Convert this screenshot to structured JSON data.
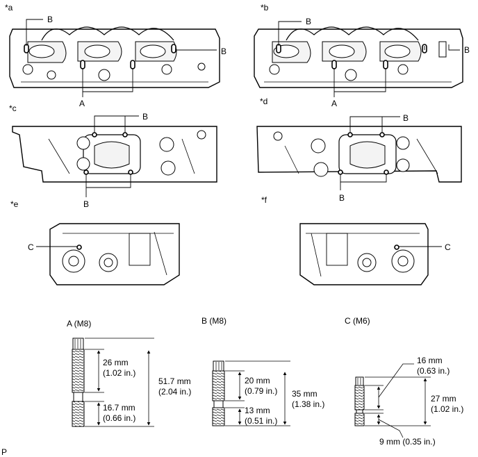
{
  "views": {
    "a": "*a",
    "b": "*b",
    "c": "*c",
    "d": "*d",
    "e": "*e",
    "f": "*f"
  },
  "callouts": {
    "a": "A",
    "b": "B",
    "c": "C"
  },
  "studs": {
    "A": {
      "title": "A (M8)",
      "upper_mm": "26 mm",
      "upper_in": "(1.02 in.)",
      "lower_mm": "16.7 mm",
      "lower_in": "(0.66 in.)",
      "total_mm": "51.7 mm",
      "total_in": "(2.04 in.)"
    },
    "B": {
      "title": "B (M8)",
      "upper_mm": "20 mm",
      "upper_in": "(0.79 in.)",
      "lower_mm": "13 mm",
      "lower_in": "(0.51 in.)",
      "total_mm": "35 mm",
      "total_in": "(1.38 in.)"
    },
    "C": {
      "title": "C (M6)",
      "upper_mm": "16 mm",
      "upper_in": "(0.63 in.)",
      "total_mm": "27 mm",
      "total_in": "(1.02 in.)",
      "lower": "9 mm (0.35 in.)"
    }
  },
  "footer": "P"
}
